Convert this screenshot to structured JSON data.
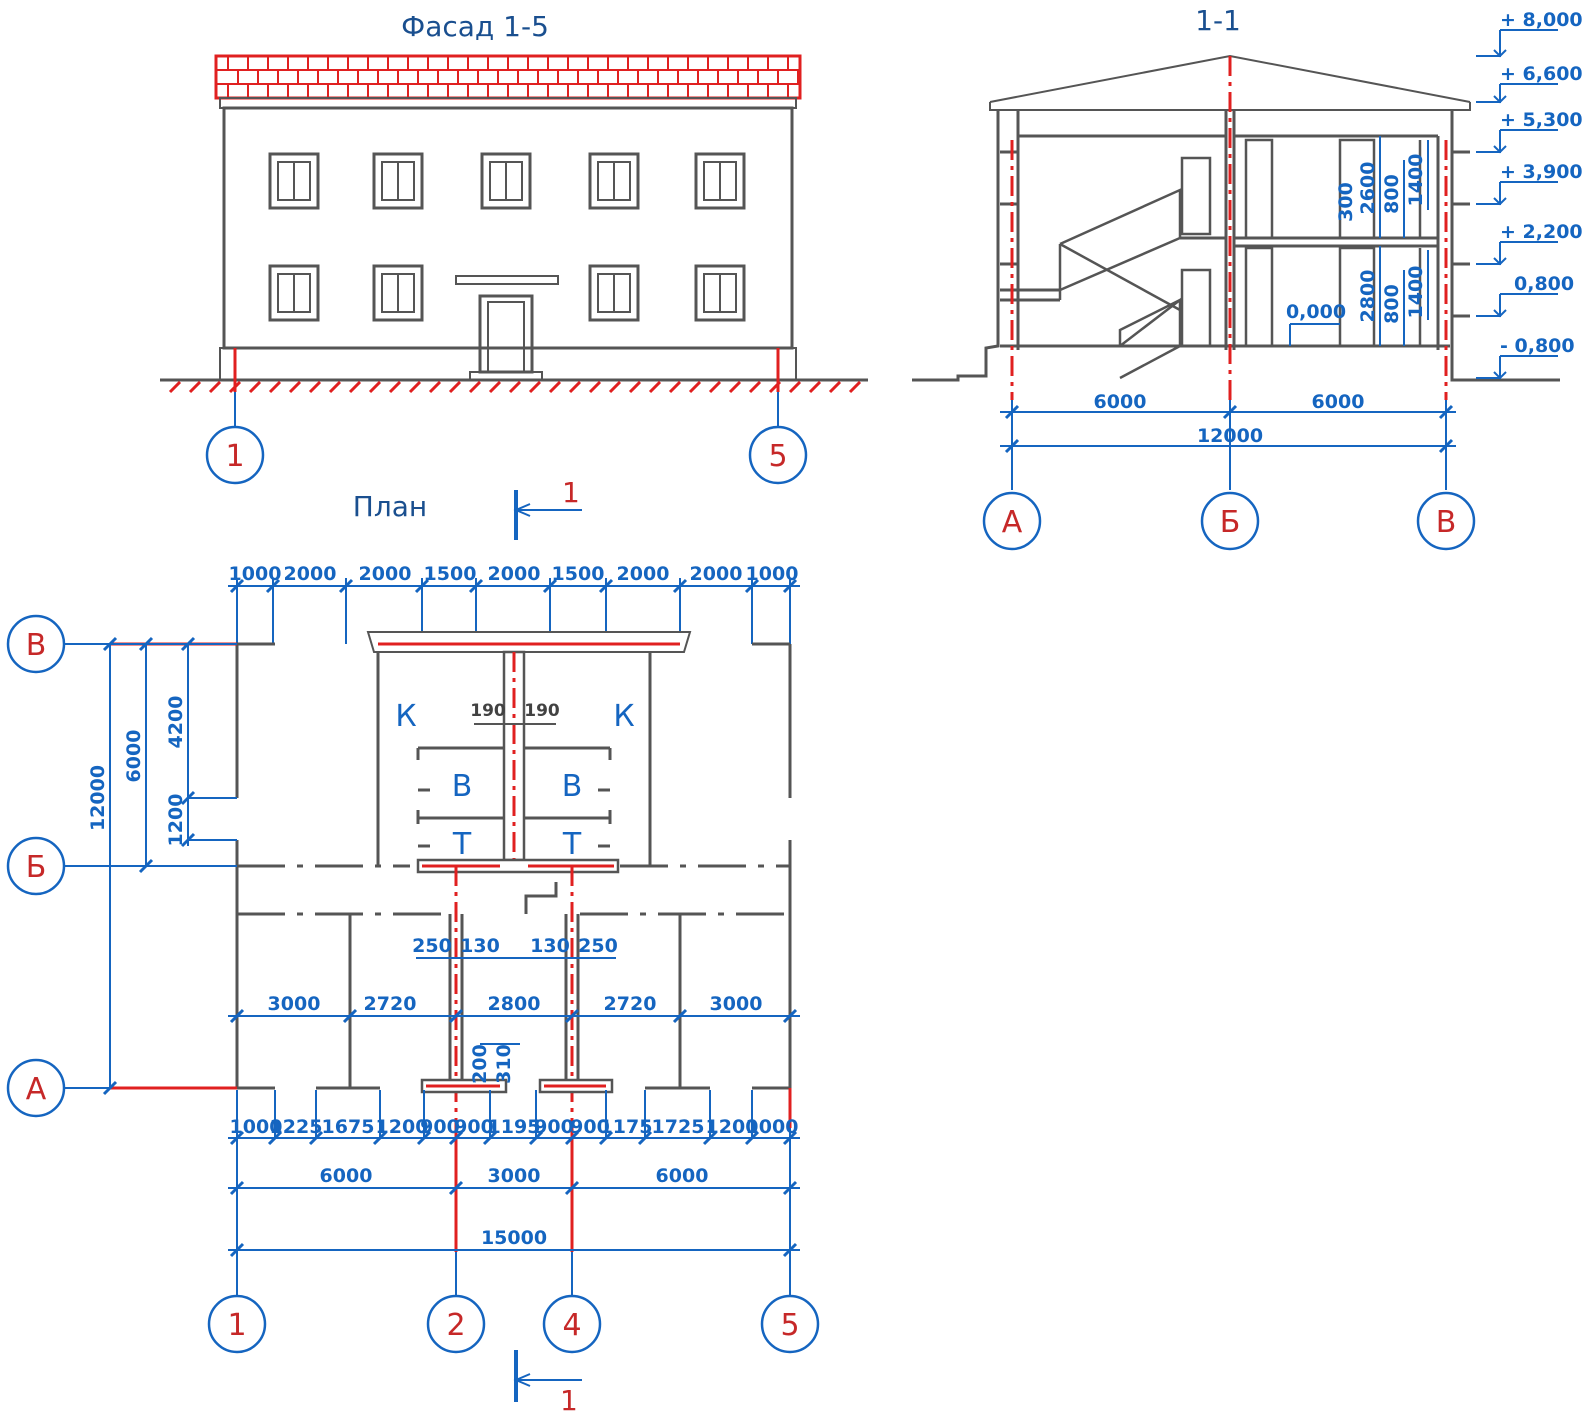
{
  "titles": {
    "facade": "Фасад 1-5",
    "section": "1-1",
    "plan": "План"
  },
  "section_marker": {
    "top": "1",
    "bottom": "1"
  },
  "axes": {
    "facade_1": "1",
    "facade_5": "5",
    "section_a": "А",
    "section_b": "Б",
    "section_v": "В",
    "plan_v": "В",
    "plan_b": "Б",
    "plan_a": "А",
    "plan_1": "1",
    "plan_2": "2",
    "plan_4": "4",
    "plan_5": "5"
  },
  "levels": [
    "+ 8,000",
    "+ 6,600",
    "+ 5,300",
    "+ 3,900",
    "+ 2,200",
    "0,800",
    "- 0,800"
  ],
  "section_dims": {
    "span_left": "6000",
    "span_right": "6000",
    "total": "12000",
    "zero_mark": "0,000",
    "upper": [
      "2600",
      "800",
      "1400",
      "300"
    ],
    "lower": [
      "2800",
      "800",
      "1400"
    ]
  },
  "plan_dims": {
    "top": [
      "1000",
      "2000",
      "2000",
      "1500",
      "2000",
      "1500",
      "2000",
      "2000",
      "1000"
    ],
    "middle": [
      "3000",
      "2720",
      "2800",
      "2720",
      "3000"
    ],
    "bottom_row1": [
      "1000",
      "1225",
      "1675",
      "1200",
      "900",
      "900",
      "1195",
      "900",
      "900",
      "1175",
      "1725",
      "1200",
      "1000"
    ],
    "bottom_row2": [
      "6000",
      "3000",
      "6000"
    ],
    "total": "15000",
    "left_total": "12000",
    "left_6000": "6000",
    "left_4200": "4200",
    "left_1200": "1200",
    "wall_190_left": "190",
    "wall_190_right": "190",
    "wall_250_left": "250",
    "wall_130_left": "130",
    "wall_130_right": "130",
    "wall_250_right": "250",
    "step_200": "200",
    "step_310": "310"
  },
  "rooms": {
    "k_left": "К",
    "k_right": "К",
    "v_left": "В",
    "v_right": "В",
    "t_left": "Т",
    "t_right": "Т"
  }
}
